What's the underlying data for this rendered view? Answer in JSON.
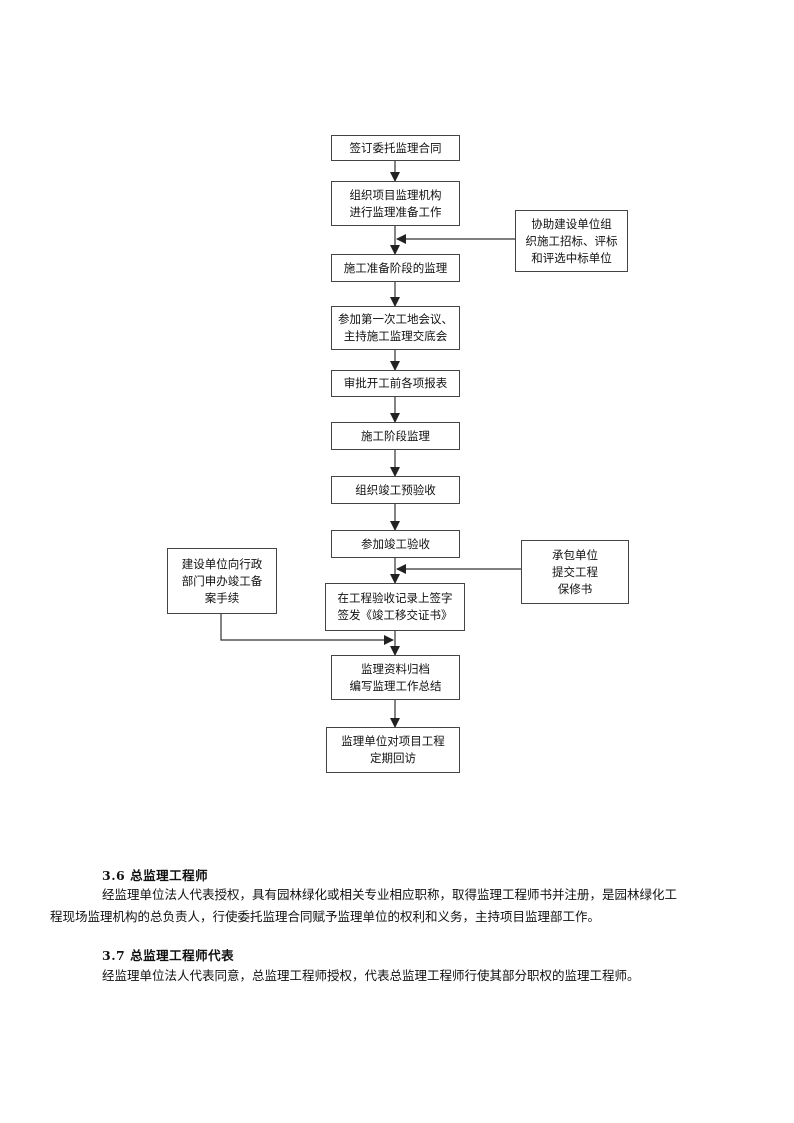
{
  "flowchart": {
    "steps": [
      "签订委托监理合同",
      "组织项目监理机构\n进行监理准备工作",
      "施工准备阶段的监理",
      "参加第一次工地会议、\n主持施工监理交底会",
      "审批开工前各项报表",
      "施工阶段监理",
      "组织竣工预验收",
      "参加竣工验收",
      "在工程验收记录上签字\n签发《竣工移交证书》",
      "监理资料归档\n编写监理工作总结",
      "监理单位对项目工程\n定期回访"
    ],
    "side_notes": {
      "assist_bidding": "协助建设单位组\n织施工招标、评标\n和评选中标单位",
      "contractor_warranty": "承包单位\n提交工程\n保修书",
      "owner_filing": "建设单位向行政\n部门申办竣工备\n案手续"
    }
  },
  "sections": [
    {
      "heading": "3.6 总监理工程师",
      "body_line1": "经监理单位法人代表授权，具有园林绿化或相关专业相应职称，取得监理工程师书并注册，是园林绿化工",
      "body_line2": "程现场监理机构的总负责人，行使委托监理合同赋予监理单位的权利和义务，主持项目监理部工作。"
    },
    {
      "heading": "3.7 总监理工程师代表",
      "body_line1": "经监理单位法人代表同意，总监理工程师授权，代表总监理工程师行使其部分职权的监理工程师。"
    }
  ]
}
